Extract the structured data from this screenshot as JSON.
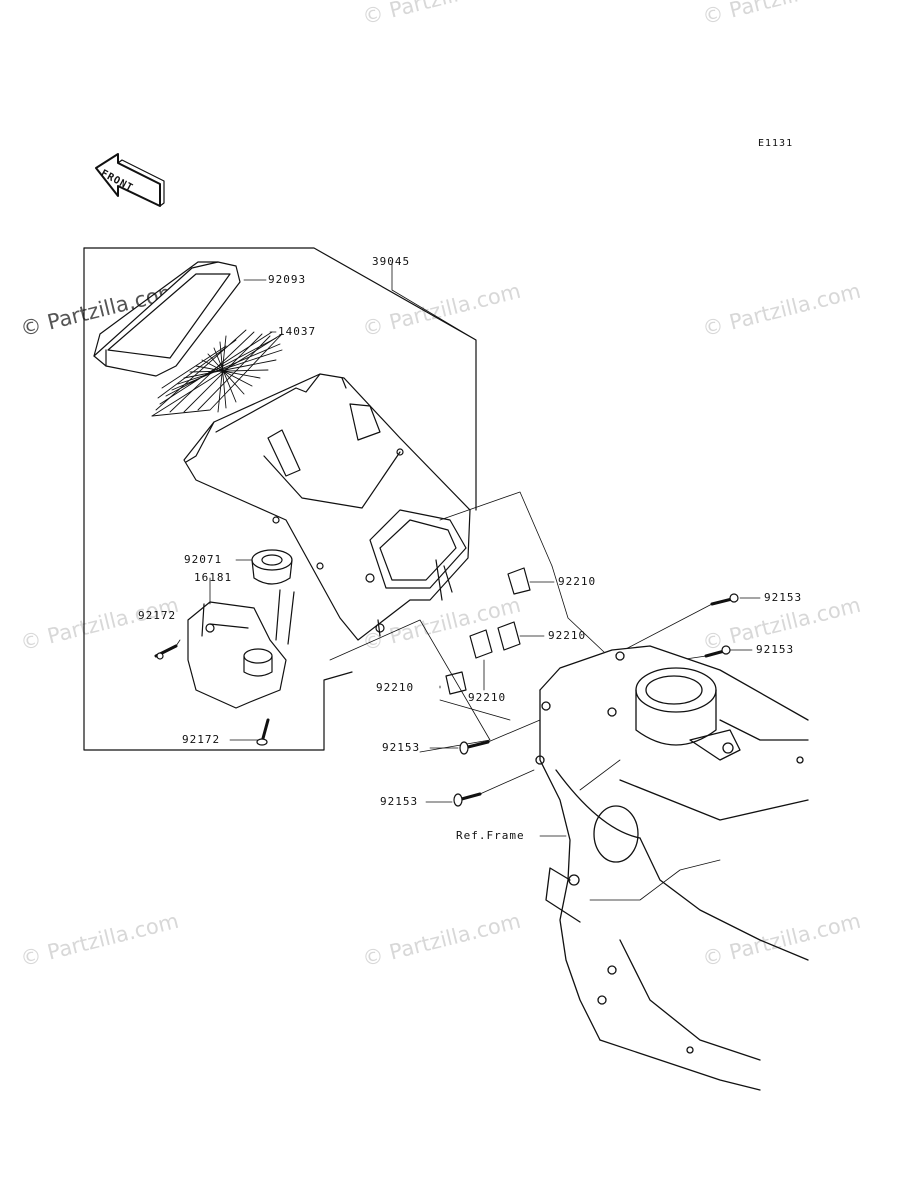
{
  "diagram": {
    "code": "E1131",
    "front_label": "FRONT",
    "watermark": "© Partzilla.com",
    "parts": {
      "p39045": "39045",
      "p92093": "92093",
      "p14037": "14037",
      "p92071": "92071",
      "p16181": "16181",
      "p92172_a": "92172",
      "p92172_b": "92172",
      "p92210_a": "92210",
      "p92210_b": "92210",
      "p92210_c": "92210",
      "p92210_d": "92210",
      "p92153_a": "92153",
      "p92153_b": "92153",
      "p92153_c": "92153",
      "p92153_d": "92153",
      "ref_frame": "Ref.Frame"
    }
  }
}
